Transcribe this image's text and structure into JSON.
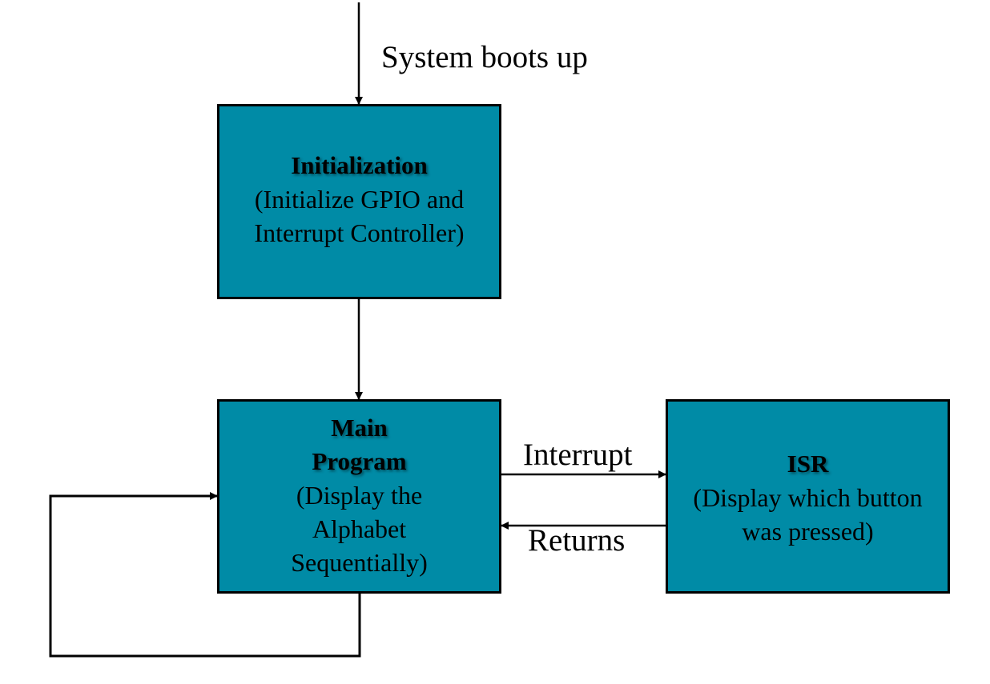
{
  "diagram": {
    "boot_label": "System boots up",
    "interrupt_label": "Interrupt",
    "returns_label": "Returns",
    "fill_color": "#008ba6",
    "border_color": "#000000",
    "nodes": {
      "init": {
        "title": "Initialization",
        "desc_line1": "(Initialize GPIO and",
        "desc_line2": "Interrupt Controller)"
      },
      "main": {
        "title_line1": "Main",
        "title_line2": "Program",
        "desc_line1": "(Display the",
        "desc_line2": "Alphabet",
        "desc_line3": "Sequentially)"
      },
      "isr": {
        "title": "ISR",
        "desc_line1": "(Display which button",
        "desc_line2": "was pressed)"
      }
    }
  }
}
